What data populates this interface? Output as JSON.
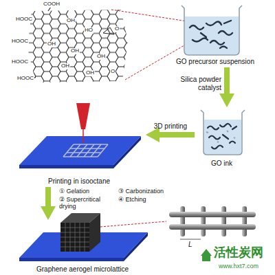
{
  "diagram": {
    "nodes": [
      {
        "text": [
          "GO precursor suspension"
        ]
      },
      {
        "text": [
          "GO ink"
        ]
      },
      {
        "text": [
          "Printing in isooctane"
        ]
      },
      {
        "text": [
          "Graphene aerogel microlattice"
        ]
      }
    ],
    "edges": [
      {
        "from": 0,
        "to": 1,
        "arrow": "to",
        "label": "Silica powder catalyst"
      },
      {
        "from": 1,
        "to": 2,
        "arrow": "to",
        "label": "3D printing"
      },
      {
        "from": 2,
        "to": 3,
        "arrow": "to"
      }
    ],
    "labels": [
      "COOH",
      "HOOC",
      "HOOC",
      "HOOC",
      "HOOC",
      "OH",
      "HO",
      "O",
      "OH",
      "OH",
      "OH",
      "OH",
      "OH",
      "O",
      "① Gelation",
      "② Supercritical drying",
      "③ Carbonization",
      "④ Etching",
      "L",
      "活性炭网",
      "www.hxt7.com"
    ]
  }
}
